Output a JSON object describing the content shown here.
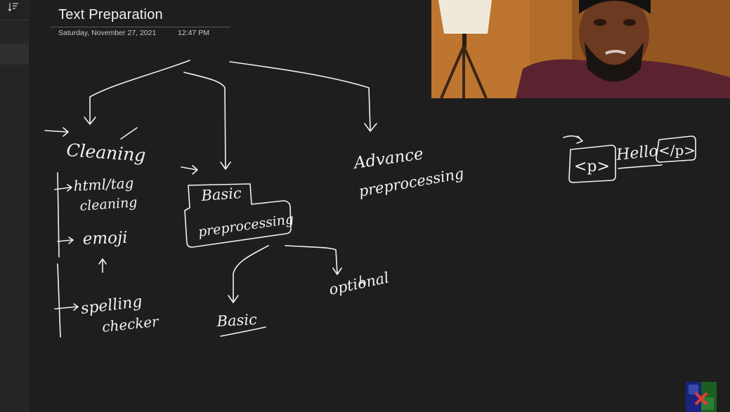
{
  "page": {
    "title": "Text Preparation",
    "date": "Saturday, November 27, 2021",
    "time": "12:47 PM"
  },
  "handwriting": {
    "cleaning": "Cleaning",
    "html_tag": "html/tag",
    "html_tag_cleaning": "cleaning",
    "emoji": "emoji",
    "spelling": "spelling",
    "checker": "checker",
    "basic_1": "Basic",
    "preprocessing_1": "preprocessing",
    "basic_2": "Basic",
    "optional": "optional",
    "advance": "Advance",
    "advance_preprocessing": "preprocessing",
    "tag_open": "<p>",
    "hello": "Hello",
    "tag_close": "</p>"
  },
  "icons": {
    "sort": "sort-icon",
    "logo": "channel-logo-icon"
  },
  "colors": {
    "background": "#1e1e1e",
    "ink": "#f2f2f2",
    "rail": "#252525"
  }
}
